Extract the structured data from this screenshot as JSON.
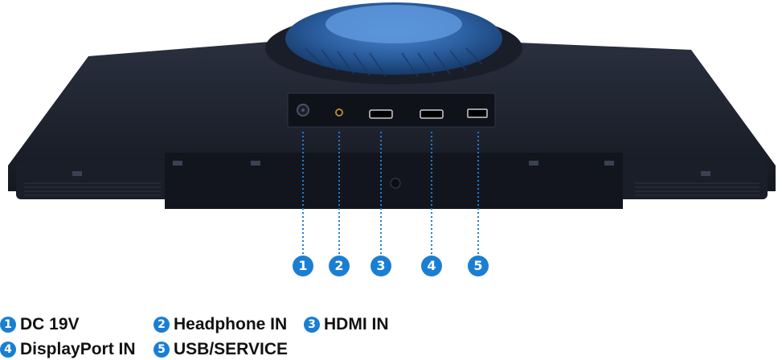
{
  "callouts": [
    "1",
    "2",
    "3",
    "4",
    "5"
  ],
  "legend": [
    {
      "num": "1",
      "label": "DC 19V"
    },
    {
      "num": "2",
      "label": "Headphone IN"
    },
    {
      "num": "3",
      "label": "HDMI IN"
    },
    {
      "num": "4",
      "label": "DisplayPort IN"
    },
    {
      "num": "5",
      "label": "USB/SERVICE"
    }
  ],
  "colors": {
    "accent": "#1a7fd3",
    "monitor_body": "#1e2330",
    "stand_ring": "#2a5d9e"
  }
}
